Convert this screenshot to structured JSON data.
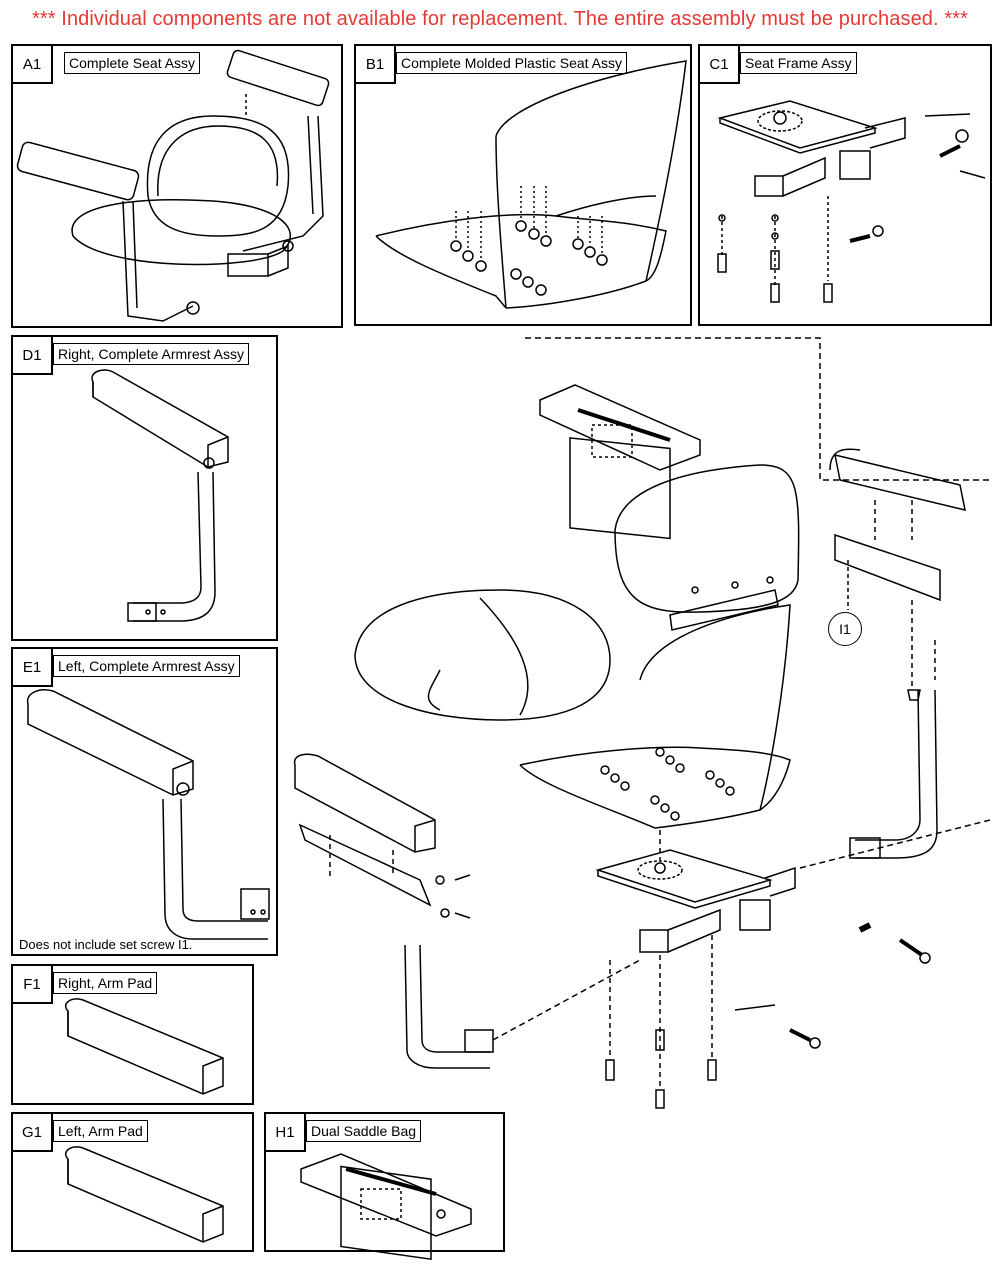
{
  "banner": "*** Individual components are not available for replacement. The entire assembly must be purchased. ***",
  "colors": {
    "banner": "#e53935",
    "lines": "#000000"
  },
  "panels": [
    {
      "code": "A1",
      "title": "Complete Seat Assy"
    },
    {
      "code": "B1",
      "title": "Complete Molded Plastic Seat Assy"
    },
    {
      "code": "C1",
      "title": "Seat Frame Assy"
    },
    {
      "code": "D1",
      "title": "Right, Complete Armrest Assy"
    },
    {
      "code": "E1",
      "title": "Left, Complete Armrest Assy",
      "note": "Does not include set screw I1."
    },
    {
      "code": "F1",
      "title": "Right, Arm Pad"
    },
    {
      "code": "G1",
      "title": "Left, Arm Pad"
    },
    {
      "code": "H1",
      "title": "Dual Saddle Bag"
    }
  ],
  "callouts": {
    "set_screw": "I1"
  }
}
